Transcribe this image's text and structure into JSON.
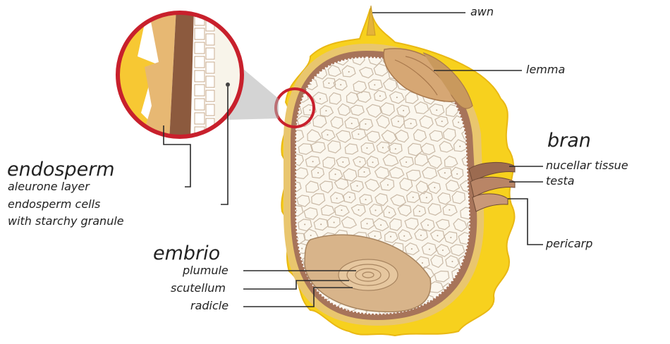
{
  "diagram": {
    "labels": {
      "awn": "awn",
      "lemma": "lemma",
      "bran": "bran",
      "nucellar_tissue": "nucellar tissue",
      "testa": "testa",
      "pericarp": "pericarp",
      "endosperm": "endosperm",
      "aleurone_layer": "aleurone layer",
      "endosperm_cells": "endosperm cells",
      "starchy_granule": "with starchy granule",
      "embrio": "embrio",
      "plumule": "plumule",
      "scutellum": "scutellum",
      "radicle": "radicle"
    },
    "colors": {
      "husk_yellow": "#f7d11e",
      "husk_tan": "#e9c66e",
      "bran_brown": "#a7745a",
      "lemma_tan": "#d6a774",
      "endosperm_fill": "#fbf7ee",
      "cell_lines": "#c9b9a6",
      "magnifier_ring": "#c8202c",
      "leader_line": "#2a2a2a"
    }
  }
}
